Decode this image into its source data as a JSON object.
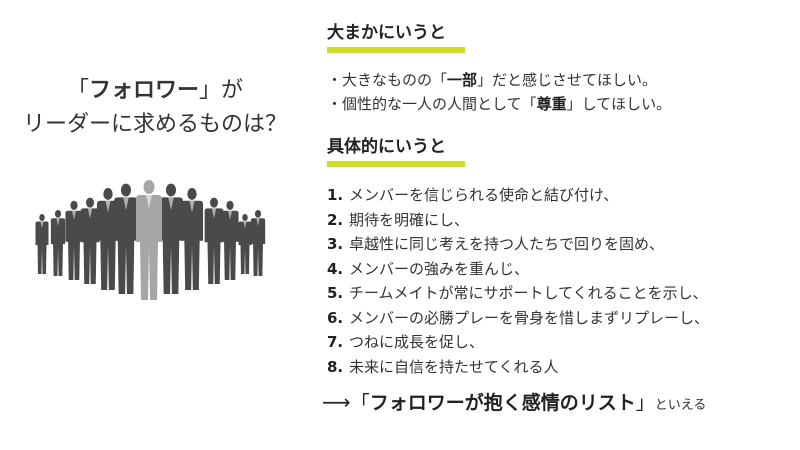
{
  "left": {
    "line1_open": "「",
    "line1_bold": "フォロワー",
    "line1_close": "」が",
    "line2": "リーダーに求めるものは？"
  },
  "section1": {
    "heading": "大まかにいうと",
    "bullets": [
      {
        "pre": "・大きなものの「",
        "bold": "一部",
        "post": "」だと感じさせてほしい。"
      },
      {
        "pre": "・個性的な一人の人間として「",
        "bold": "尊重",
        "post": "」してほしい。"
      }
    ]
  },
  "section2": {
    "heading": "具体的にいうと",
    "items": [
      {
        "num": "1.",
        "text": "メンバーを信じられる使命と結び付け、"
      },
      {
        "num": "2.",
        "text": "期待を明確にし、"
      },
      {
        "num": "3.",
        "text": "卓越性に同じ考えを持つ人たちで回りを固め、"
      },
      {
        "num": "4.",
        "text": "メンバーの強みを重んじ、"
      },
      {
        "num": "5.",
        "text": "チームメイトが常にサポートしてくれることを示し、"
      },
      {
        "num": "6.",
        "text": "メンバーの必勝プレーを骨身を惜しまずリプレーし、"
      },
      {
        "num": "7.",
        "text": "つねに成長を促し、"
      },
      {
        "num": "8.",
        "text": "未来に自信を持たせてくれる人"
      }
    ]
  },
  "conclusion": {
    "arrow": "⟶",
    "open": "「",
    "bold": "フォロワーが抱く感情のリスト",
    "close": "」",
    "small": "といえる"
  },
  "colors": {
    "accent": "#cfdc2a",
    "figure_dark": "#4a4a4a",
    "figure_light": "#a6a6a6"
  },
  "icons": {
    "crowd": "people-crowd-icon"
  }
}
